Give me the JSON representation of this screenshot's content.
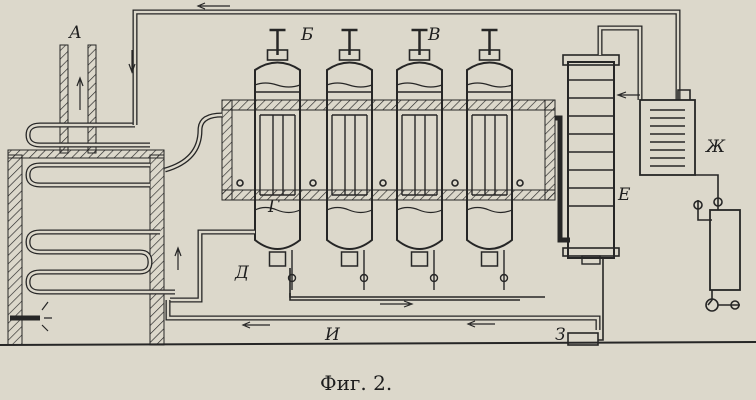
{
  "figure": {
    "caption": "Фиг. 2.",
    "labels": {
      "a": "А",
      "b": "Б",
      "v": "В",
      "g": "Г",
      "d": "Д",
      "e": "Е",
      "zh": "Ж",
      "z": "З",
      "i": "И"
    }
  }
}
